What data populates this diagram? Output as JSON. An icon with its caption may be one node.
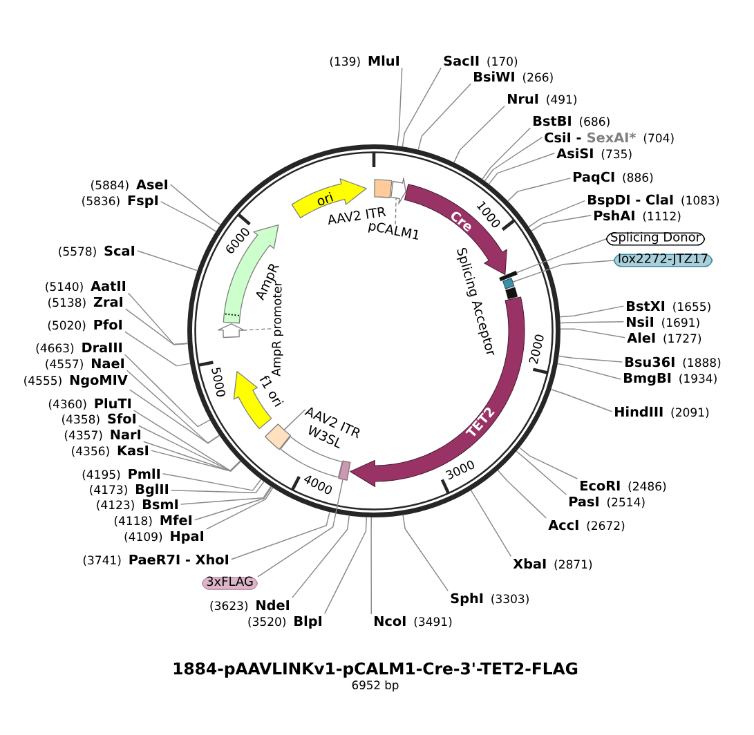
{
  "diagram": {
    "title": "1884-pAAVLINKv1-pCALM1-Cre-3'-TET2-FLAG",
    "nodes": [
      {
        "text": [
          "AAV2 ITR"
        ]
      },
      {
        "text": [],
        "shape": "arrow"
      },
      {
        "text": [
          "pCALM1"
        ]
      },
      {
        "text": [
          "Cre"
        ]
      },
      {
        "text": [],
        "shape": "bar"
      },
      {
        "text": [
          "Splicing Donor"
        ]
      },
      {
        "text": [],
        "shape": "box"
      },
      {
        "text": [
          "lox2272-JTZ17"
        ]
      },
      {
        "text": [
          "Splicing Acceptor"
        ]
      },
      {
        "text": [
          "TET2"
        ]
      },
      {
        "text": [],
        "shape": "box"
      },
      {
        "text": [
          "3xFLAG"
        ]
      },
      {
        "text": [
          "W3SL"
        ]
      },
      {
        "text": [],
        "shape": "box"
      },
      {
        "text": [
          "AAV2 ITR"
        ]
      },
      {
        "text": [
          "f1 ori"
        ]
      },
      {
        "text": [],
        "shape": "arrow"
      },
      {
        "text": [
          "AmpR promoter"
        ]
      },
      {
        "text": [
          "AmpR"
        ]
      },
      {
        "text": [
          "ori"
        ]
      },
      {
        "text": [
          "MluI"
        ],
        "beside": [
          "(139)"
        ]
      },
      {
        "text": [
          "SacII"
        ],
        "beside": [
          "(170)"
        ]
      },
      {
        "text": [
          "BsiWI"
        ],
        "beside": [
          "(266)"
        ]
      },
      {
        "text": [
          "NruI"
        ],
        "beside": [
          "(491)"
        ]
      },
      {
        "text": [
          "BstBI"
        ],
        "beside": [
          "(686)"
        ]
      },
      {
        "text": [
          "CsiI -",
          "SexAI*"
        ],
        "beside": [
          "(704)"
        ]
      },
      {
        "text": [
          "AsiSI"
        ],
        "beside": [
          "(735)"
        ]
      },
      {
        "text": [
          "PaqCI"
        ],
        "beside": [
          "(886)"
        ]
      },
      {
        "text": [
          "BspDI - ClaI"
        ],
        "beside": [
          "(1083)"
        ]
      },
      {
        "text": [
          "PshAI"
        ],
        "beside": [
          "(1112)"
        ]
      },
      {
        "text": [
          "BstXI"
        ],
        "beside": [
          "(1655)"
        ]
      },
      {
        "text": [
          "NsiI"
        ],
        "beside": [
          "(1691)"
        ]
      },
      {
        "text": [
          "AleI"
        ],
        "beside": [
          "(1727)"
        ]
      },
      {
        "text": [
          "Bsu36I"
        ],
        "beside": [
          "(1888)"
        ]
      },
      {
        "text": [
          "BmgBI"
        ],
        "beside": [
          "(1934)"
        ]
      },
      {
        "text": [
          "HindIII"
        ],
        "beside": [
          "(2091)"
        ]
      },
      {
        "text": [
          "EcoRI"
        ],
        "beside": [
          "(2486)"
        ]
      },
      {
        "text": [
          "PasI"
        ],
        "beside": [
          "(2514)"
        ]
      },
      {
        "text": [
          "AccI"
        ],
        "beside": [
          "(2672)"
        ]
      },
      {
        "text": [
          "XbaI"
        ],
        "beside": [
          "(2871)"
        ]
      },
      {
        "text": [
          "SphI"
        ],
        "beside": [
          "(3303)"
        ]
      },
      {
        "text": [
          "NcoI"
        ],
        "beside": [
          "(3491)"
        ]
      },
      {
        "text": [
          "BlpI"
        ],
        "beside": [
          "(3520)"
        ]
      },
      {
        "text": [
          "NdeI"
        ],
        "beside": [
          "(3623)"
        ]
      },
      {
        "text": [
          "PaeR7I - XhoI"
        ],
        "beside": [
          "(3741)"
        ]
      },
      {
        "text": [
          "HpaI"
        ],
        "beside": [
          "(4109)"
        ]
      },
      {
        "text": [
          "MfeI"
        ],
        "beside": [
          "(4118)"
        ]
      },
      {
        "text": [
          "BsmI"
        ],
        "beside": [
          "(4123)"
        ]
      },
      {
        "text": [
          "BglII"
        ],
        "beside": [
          "(4173)"
        ]
      },
      {
        "text": [
          "PmlI"
        ],
        "beside": [
          "(4195)"
        ]
      },
      {
        "text": [
          "KasI"
        ],
        "beside": [
          "(4356)"
        ]
      },
      {
        "text": [
          "NarI"
        ],
        "beside": [
          "(4357)"
        ]
      },
      {
        "text": [
          "SfoI"
        ],
        "beside": [
          "(4358)"
        ]
      },
      {
        "text": [
          "PluTI"
        ],
        "beside": [
          "(4360)"
        ]
      },
      {
        "text": [
          "NgoMIV"
        ],
        "beside": [
          "(4555)"
        ]
      },
      {
        "text": [
          "NaeI"
        ],
        "beside": [
          "(4557)"
        ]
      },
      {
        "text": [
          "DraIII"
        ],
        "beside": [
          "(4663)"
        ]
      },
      {
        "text": [
          "PfoI"
        ],
        "beside": [
          "(5020)"
        ]
      },
      {
        "text": [
          "ZraI"
        ],
        "beside": [
          "(5138)"
        ]
      },
      {
        "text": [
          "AatII"
        ],
        "beside": [
          "(5140)"
        ]
      },
      {
        "text": [
          "ScaI"
        ],
        "beside": [
          "(5578)"
        ]
      },
      {
        "text": [
          "FspI"
        ],
        "beside": [
          "(5836)"
        ]
      },
      {
        "text": [
          "AseI"
        ],
        "beside": [
          "(5884)"
        ]
      }
    ],
    "edges": [
      {
        "from": 2,
        "to": 1,
        "arrow": "none",
        "style": "dashed"
      },
      {
        "from": 5,
        "to": 4,
        "arrow": "none"
      },
      {
        "from": 7,
        "to": 6,
        "arrow": "none"
      },
      {
        "from": 11,
        "to": 10,
        "arrow": "none"
      },
      {
        "from": 14,
        "to": 13,
        "arrow": "none"
      },
      {
        "from": 17,
        "to": 16,
        "arrow": "none",
        "style": "dashed"
      },
      {
        "from": 20,
        "to": null,
        "arrow": "none"
      },
      {
        "from": 21,
        "to": null,
        "arrow": "none"
      },
      {
        "from": 22,
        "to": null,
        "arrow": "none"
      },
      {
        "from": 23,
        "to": null,
        "arrow": "none"
      },
      {
        "from": 24,
        "to": null,
        "arrow": "none"
      },
      {
        "from": 25,
        "to": null,
        "arrow": "none"
      },
      {
        "from": 26,
        "to": null,
        "arrow": "none"
      },
      {
        "from": 27,
        "to": null,
        "arrow": "none"
      },
      {
        "from": 28,
        "to": null,
        "arrow": "none"
      },
      {
        "from": 29,
        "to": null,
        "arrow": "none"
      },
      {
        "from": 30,
        "to": null,
        "arrow": "none"
      },
      {
        "from": 31,
        "to": null,
        "arrow": "none"
      },
      {
        "from": 32,
        "to": null,
        "arrow": "none"
      },
      {
        "from": 33,
        "to": null,
        "arrow": "none"
      },
      {
        "from": 34,
        "to": null,
        "arrow": "none"
      },
      {
        "from": 35,
        "to": null,
        "arrow": "none"
      },
      {
        "from": 36,
        "to": null,
        "arrow": "none"
      },
      {
        "from": 37,
        "to": null,
        "arrow": "none"
      },
      {
        "from": 38,
        "to": null,
        "arrow": "none"
      },
      {
        "from": 39,
        "to": null,
        "arrow": "none"
      },
      {
        "from": 40,
        "to": null,
        "arrow": "none"
      },
      {
        "from": 41,
        "to": null,
        "arrow": "none"
      },
      {
        "from": 42,
        "to": null,
        "arrow": "none"
      },
      {
        "from": 43,
        "to": null,
        "arrow": "none"
      },
      {
        "from": 44,
        "to": null,
        "arrow": "none"
      },
      {
        "from": 45,
        "to": null,
        "arrow": "none"
      },
      {
        "from": 46,
        "to": null,
        "arrow": "none"
      },
      {
        "from": 47,
        "to": null,
        "arrow": "none"
      },
      {
        "from": 48,
        "to": null,
        "arrow": "none"
      },
      {
        "from": 49,
        "to": null,
        "arrow": "none"
      },
      {
        "from": 50,
        "to": null,
        "arrow": "none"
      },
      {
        "from": 51,
        "to": null,
        "arrow": "none"
      },
      {
        "from": 52,
        "to": null,
        "arrow": "none"
      },
      {
        "from": 53,
        "to": null,
        "arrow": "none"
      },
      {
        "from": 54,
        "to": null,
        "arrow": "none"
      },
      {
        "from": 55,
        "to": null,
        "arrow": "none"
      },
      {
        "from": 56,
        "to": null,
        "arrow": "none"
      },
      {
        "from": 57,
        "to": null,
        "arrow": "none"
      },
      {
        "from": 58,
        "to": null,
        "arrow": "none"
      },
      {
        "from": 59,
        "to": null,
        "arrow": "none"
      },
      {
        "from": 60,
        "to": null,
        "arrow": "none"
      },
      {
        "from": 61,
        "to": null,
        "arrow": "none"
      },
      {
        "from": 62,
        "to": null,
        "arrow": "none"
      }
    ],
    "labels": [
      "1000",
      "2000",
      "3000",
      "4000",
      "5000",
      "6000",
      "6952 bp"
    ]
  }
}
